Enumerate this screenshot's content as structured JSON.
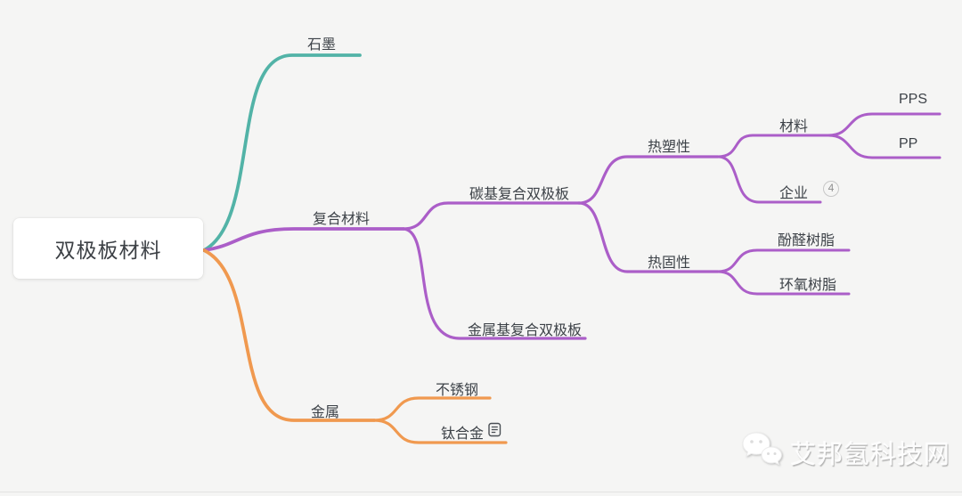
{
  "colors": {
    "background": "#f5f5f4",
    "teal": "#52b3a7",
    "purple": "#ab5ec8",
    "orange": "#f0994f",
    "text": "#3d4248",
    "node_background": "#ffffff",
    "badge_border": "#c7c7c7"
  },
  "map": {
    "root_label": "双极板材料",
    "branches": [
      {
        "label": "石墨",
        "color": "#52b3a7",
        "children": []
      },
      {
        "label": "复合材料",
        "color": "#ab5ec8",
        "children": [
          {
            "label": "碳基复合双极板",
            "children": [
              {
                "label": "热塑性",
                "children": [
                  {
                    "label": "材料",
                    "children": [
                      {
                        "label": "PPS"
                      },
                      {
                        "label": "PP"
                      }
                    ]
                  },
                  {
                    "label": "企业",
                    "badge": "4"
                  }
                ]
              },
              {
                "label": "热固性",
                "children": [
                  {
                    "label": "酚醛树脂"
                  },
                  {
                    "label": "环氧树脂"
                  }
                ]
              }
            ]
          },
          {
            "label": "金属基复合双极板"
          }
        ]
      },
      {
        "label": "金属",
        "color": "#f0994f",
        "children": [
          {
            "label": "不锈钢"
          },
          {
            "label": "钛合金",
            "note": "note-icon"
          }
        ]
      }
    ]
  },
  "watermark": {
    "text": "艾邦氢科技网",
    "icon": "wechat-logo"
  }
}
